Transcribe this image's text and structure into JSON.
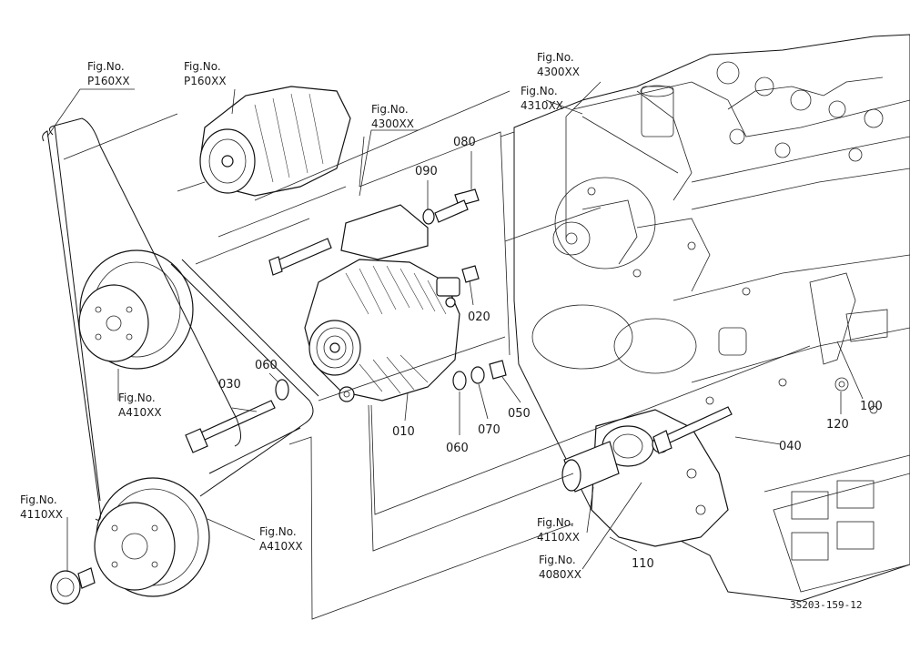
{
  "diagram_code": "3S203-159-12",
  "part_numbers": [
    {
      "id": "p080",
      "text": "080"
    },
    {
      "id": "p090",
      "text": "090"
    },
    {
      "id": "p020",
      "text": "020"
    },
    {
      "id": "p030",
      "text": "030"
    },
    {
      "id": "p060a",
      "text": "060"
    },
    {
      "id": "p010",
      "text": "010"
    },
    {
      "id": "p060b",
      "text": "060"
    },
    {
      "id": "p070",
      "text": "070"
    },
    {
      "id": "p050",
      "text": "050"
    },
    {
      "id": "p040",
      "text": "040"
    },
    {
      "id": "p120",
      "text": "120"
    },
    {
      "id": "p100",
      "text": "100"
    },
    {
      "id": "p110",
      "text": "110"
    }
  ],
  "fig_refs": [
    {
      "id": "f1",
      "line1": "Fig.No.",
      "line2": "P160XX"
    },
    {
      "id": "f2",
      "line1": "Fig.No.",
      "line2": "P160XX"
    },
    {
      "id": "f3",
      "line1": "Fig.No.",
      "line2": "4300XX"
    },
    {
      "id": "f4",
      "line1": "Fig.No.",
      "line2": "4300XX"
    },
    {
      "id": "f5",
      "line1": "Fig.No.",
      "line2": "4310XX"
    },
    {
      "id": "f6",
      "line1": "Fig.No.",
      "line2": "A410XX"
    },
    {
      "id": "f7",
      "line1": "Fig.No.",
      "line2": "4110XX"
    },
    {
      "id": "f8",
      "line1": "Fig.No.",
      "line2": "A410XX"
    },
    {
      "id": "f9",
      "line1": "Fig.No.",
      "line2": "4110XX"
    },
    {
      "id": "f10",
      "line1": "Fig.No.",
      "line2": "4080XX"
    }
  ]
}
